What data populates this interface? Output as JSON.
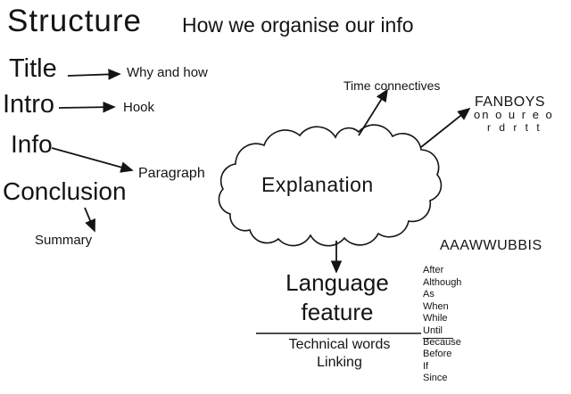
{
  "header": {
    "title": "Structure",
    "subtitle": "How we organise our info"
  },
  "left": {
    "items": [
      {
        "label": "Title",
        "target": "Why and how"
      },
      {
        "label": "Intro",
        "target": "Hook"
      },
      {
        "label": "Info",
        "target": "Paragraph"
      },
      {
        "label": "Conclusion",
        "target": "Summary"
      }
    ]
  },
  "cloud": {
    "label": "Explanation"
  },
  "branches": {
    "time_connectives": "Time connectives",
    "fanboys": {
      "label": "FANBOYS",
      "scribble_line1": "on o u r e o",
      "scribble_line2": "r d r t  t"
    },
    "language_feature": {
      "line1": "Language",
      "line2": "feature",
      "sub1": "Technical words",
      "sub2": "Linking"
    }
  },
  "aaawwubbis": {
    "label": "AAAWWUBBIS",
    "words": [
      "After",
      "Although",
      "As",
      "When",
      "While",
      "Until",
      "Because",
      "Before",
      "If",
      "Since"
    ]
  },
  "colors": {
    "ink": "#141414",
    "background": "#ffffff"
  }
}
